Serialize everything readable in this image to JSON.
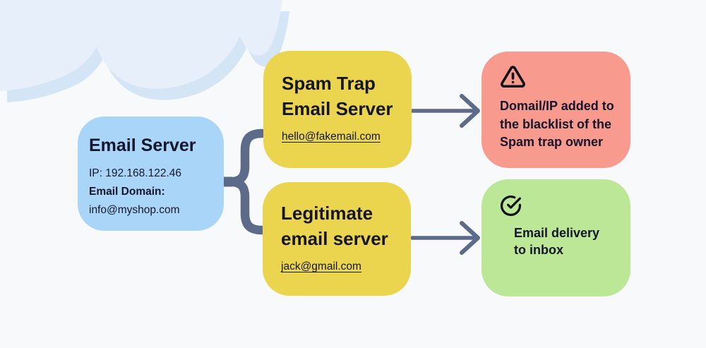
{
  "email_server": {
    "title": "Email Server",
    "ip_line": "IP: 192.168.122.46",
    "domain_label": "Email Domain:",
    "domain_email": "info@myshop.com"
  },
  "spam_trap": {
    "title_lines": [
      "Spam Trap",
      "Email Server"
    ],
    "email": "hello@fakemail.com"
  },
  "legitimate": {
    "title_lines": [
      "Legitimate",
      "email server"
    ],
    "email": "jack@gmail.com"
  },
  "blacklist": {
    "icon": "warning-triangle-icon",
    "lines": [
      "Domail/IP added to",
      "the blacklist of the",
      "Spam trap owner"
    ]
  },
  "inbox": {
    "icon": "check-circle-icon",
    "lines": [
      "Email delivery",
      "to inbox"
    ]
  },
  "colors": {
    "background": "#f7f9fb",
    "email_server_box": "#a9d6f8",
    "server_box_yellow": "#ecd54e",
    "blacklist_box": "#f89a8e",
    "inbox_box": "#bce797",
    "connector": "#5d6b8a",
    "text": "#15162b",
    "cloud_light": "#e7f0fa",
    "cloud_shadow": "#d4e5f5"
  }
}
